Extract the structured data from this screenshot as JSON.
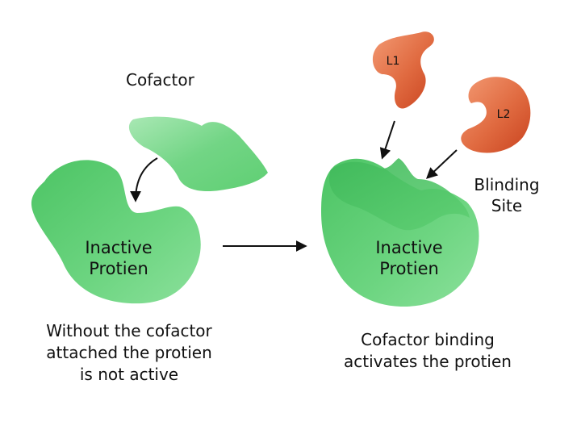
{
  "left_panel": {
    "cofactor_label": "Cofactor",
    "protein_label_line1": "Inactive",
    "protein_label_line2": "Protien",
    "caption_line1": "Without the cofactor",
    "caption_line2": "attached the protien",
    "caption_line3": "is not active"
  },
  "right_panel": {
    "ligand1_label": "L1",
    "ligand2_label": "L2",
    "binding_site_line1": "Blinding",
    "binding_site_line2": "Site",
    "protein_label_line1": "Inactive",
    "protein_label_line2": "Protien",
    "caption_line1": "Cofactor binding",
    "caption_line2": "activates the protien"
  },
  "colors": {
    "protein_green": "#5fcf73",
    "cofactor_green": "#7ad88a",
    "ligand_red": "#d9552e",
    "arrow": "#111111"
  }
}
